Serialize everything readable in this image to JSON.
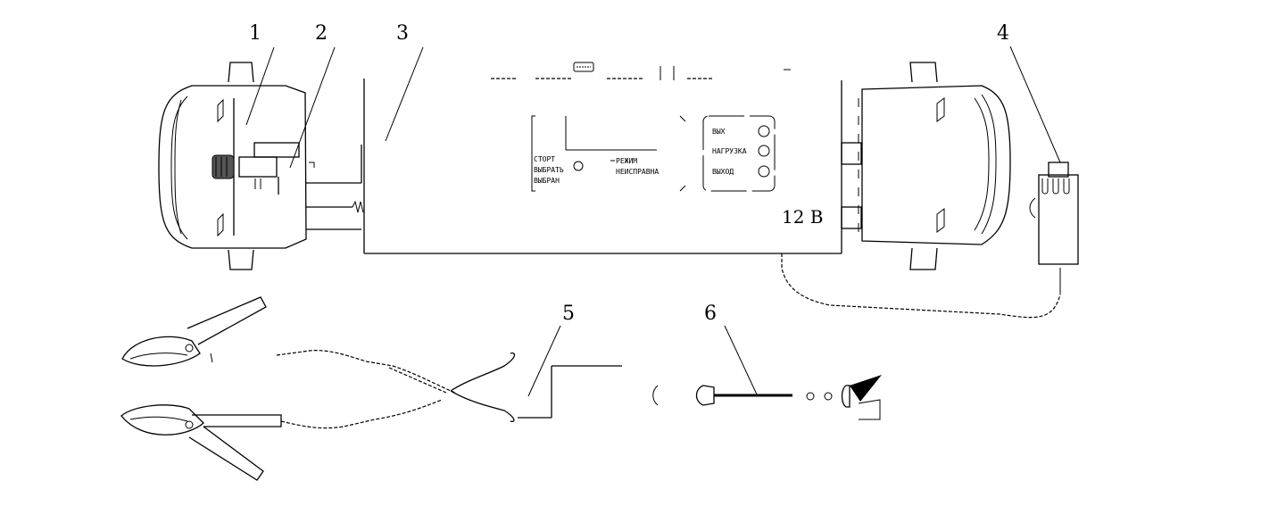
{
  "callouts": {
    "c1": "1",
    "c2": "2",
    "c3": "3",
    "c4": "4",
    "c5": "5",
    "c6": "6"
  },
  "housing": {
    "voltage": "12 В"
  },
  "panel_left": {
    "line1": "СТОРТ",
    "line2": "ВЫБРАТЬ",
    "line3": "ВЫБРАН",
    "caption1": "РЕЖИМ",
    "caption2": "НЕИСПРАВНА"
  },
  "panel_right": {
    "line1": "ВЫХ",
    "line2": "НАГРУЗКА",
    "line3": "ВЫХОД"
  }
}
